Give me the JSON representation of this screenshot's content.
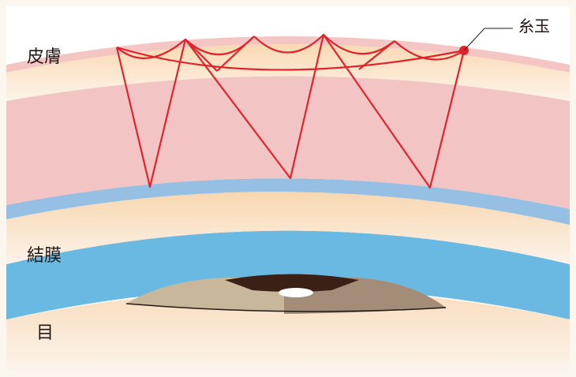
{
  "labels": {
    "skin": "皮膚",
    "conjunctiva": "結膜",
    "eye": "目",
    "knot": "糸玉"
  },
  "colors": {
    "background": "#fbf6ee",
    "skin_surface": "#f4c6c3",
    "skin_layer": "#f2c4c4",
    "fat_glow": "#fbe1c0",
    "thin_blue_layer": "#95bfe3",
    "conjunctiva": "#69b9e2",
    "suture": "#e0242b",
    "iris_left": "#c8b79a",
    "iris_right": "#a38c78",
    "pupil": "#3a2015"
  }
}
